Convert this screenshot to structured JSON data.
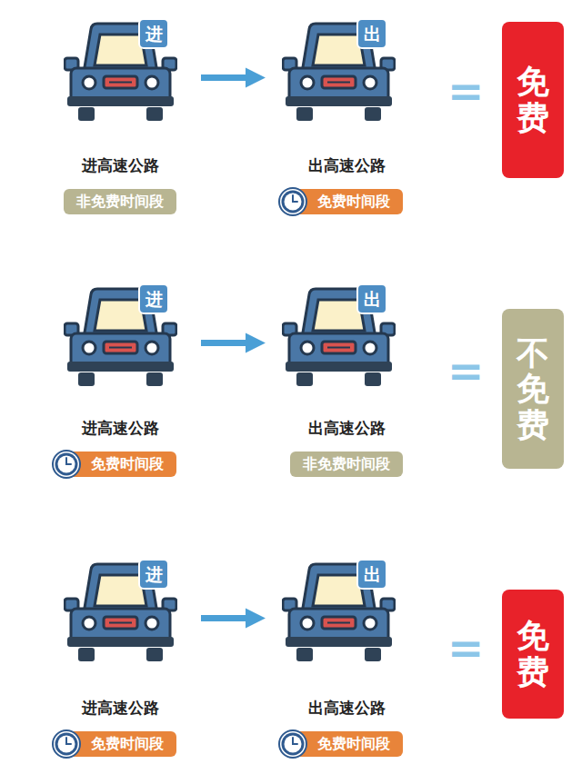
{
  "diagram": {
    "nodes": [
      {
        "text": [
          "进"
        ]
      },
      {
        "text": [
          "进高速公路",
          "非免费时间段"
        ]
      },
      {
        "text": [
          "出"
        ]
      },
      {
        "text": [
          "出高速公路",
          "免费时间段"
        ]
      },
      {
        "text": [
          "免费"
        ]
      },
      {
        "text": [
          "进"
        ]
      },
      {
        "text": [
          "进高速公路",
          "免费时间段"
        ]
      },
      {
        "text": [
          "出"
        ]
      },
      {
        "text": [
          "出高速公路",
          "非免费时间段"
        ]
      },
      {
        "text": [
          "不免费"
        ]
      },
      {
        "text": [
          "进"
        ]
      },
      {
        "text": [
          "进高速公路",
          "免费时间段"
        ]
      },
      {
        "text": [
          "出"
        ]
      },
      {
        "text": [
          "出高速公路",
          "免费时间段"
        ]
      },
      {
        "text": [
          "免费"
        ]
      }
    ],
    "edges": [
      {
        "from": 0,
        "to": 2,
        "arrow": "to"
      },
      {
        "from": 5,
        "to": 7,
        "arrow": "to"
      },
      {
        "from": 10,
        "to": 12,
        "arrow": "to"
      }
    ],
    "labels": [
      "=",
      "=",
      "="
    ]
  }
}
